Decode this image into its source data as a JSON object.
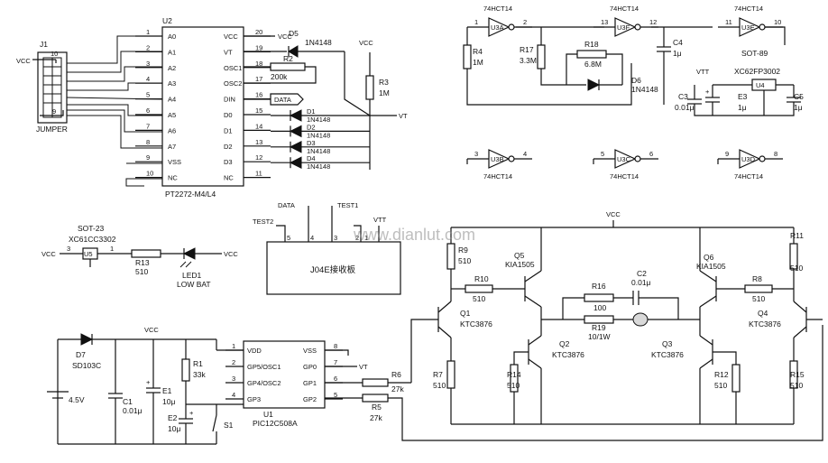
{
  "watermark": "www.dianlut.com",
  "u2": {
    "ref": "U2",
    "part": "PT2272-M4/L4",
    "left_pins": [
      {
        "name": "A0",
        "num": "1"
      },
      {
        "name": "A1",
        "num": "2"
      },
      {
        "name": "A2",
        "num": "3"
      },
      {
        "name": "A3",
        "num": "4"
      },
      {
        "name": "A4",
        "num": "5"
      },
      {
        "name": "A5",
        "num": "6"
      },
      {
        "name": "A6",
        "num": "7"
      },
      {
        "name": "A7",
        "num": "8"
      },
      {
        "name": "VSS",
        "num": "9"
      },
      {
        "name": "NC",
        "num": "10"
      }
    ],
    "right_pins": [
      {
        "name": "VCC",
        "num": "20"
      },
      {
        "name": "VT",
        "num": "19"
      },
      {
        "name": "OSC1",
        "num": "18"
      },
      {
        "name": "OSC2",
        "num": "17"
      },
      {
        "name": "DIN",
        "num": "16"
      },
      {
        "name": "D0",
        "num": "15"
      },
      {
        "name": "D1",
        "num": "14"
      },
      {
        "name": "D2",
        "num": "13"
      },
      {
        "name": "D3",
        "num": "12"
      },
      {
        "name": "NC",
        "num": "11"
      }
    ]
  },
  "jumper": {
    "ref": "J1",
    "label": "JUMPER",
    "pin_top": "10",
    "pin_bottom": "9"
  },
  "nets": {
    "vcc": "VCC",
    "vt": "VT",
    "vtt": "VTT",
    "data": "DATA",
    "test1": "TEST1",
    "test2": "TEST2"
  },
  "d5": {
    "ref": "D5",
    "part": "1N4148"
  },
  "r2": {
    "ref": "R2",
    "value": "200k"
  },
  "r3": {
    "ref": "R3",
    "value": "1M"
  },
  "data_diodes": [
    {
      "ref": "D1",
      "part": "1N4148"
    },
    {
      "ref": "D2",
      "part": "1N4148"
    },
    {
      "ref": "D3",
      "part": "1N4148"
    },
    {
      "ref": "D4",
      "part": "1N4148"
    }
  ],
  "gates": [
    {
      "ref": "U3A",
      "in": "1",
      "out": "2",
      "part": "74HCT14"
    },
    {
      "ref": "U3F",
      "in": "13",
      "out": "12",
      "part": "74HCT14"
    },
    {
      "ref": "U3E",
      "in": "11",
      "out": "10",
      "part": "74HCT14"
    },
    {
      "ref": "U3B",
      "in": "3",
      "out": "4",
      "part": "74HCT14"
    },
    {
      "ref": "U3C",
      "in": "5",
      "out": "6",
      "part": "74HCT14"
    },
    {
      "ref": "U3D",
      "in": "9",
      "out": "8",
      "part": "74HCT14"
    }
  ],
  "r4": {
    "ref": "R4",
    "value": "1M"
  },
  "r17": {
    "ref": "R17",
    "value": "3.3M"
  },
  "r18": {
    "ref": "R18",
    "value": "6.8M"
  },
  "d6": {
    "ref": "D6",
    "part": "1N4148"
  },
  "c4": {
    "ref": "C4",
    "value": "1μ"
  },
  "u4": {
    "ref": "U4",
    "pkg": "SOT-89",
    "part": "XC62FP3002"
  },
  "c3": {
    "ref": "C3",
    "value": "0.01μ"
  },
  "e3": {
    "ref": "E3",
    "value": "1μ"
  },
  "c5": {
    "ref": "C5",
    "value": "1μ"
  },
  "u5": {
    "ref": "U5",
    "pkg": "SOT-23",
    "part": "XC61CC3302",
    "pin_in": "3",
    "pin_out": "1"
  },
  "r13": {
    "ref": "R13",
    "value": "510"
  },
  "led1": {
    "ref": "LED1",
    "label": "LOW BAT"
  },
  "receiver": {
    "label": "J04E接收板",
    "pins": [
      "5",
      "4",
      "3",
      "2",
      "1"
    ]
  },
  "power": {
    "d7": "D7",
    "d7_part": "SD103C",
    "battery": "4.5V",
    "c1": "C1",
    "c1_value": "0.01μ",
    "e1": "E1",
    "e1_value": "10μ",
    "e2": "E2",
    "e2_value": "10μ",
    "r1": "R1",
    "r1_value": "33k",
    "s1": "S1",
    "plus": "+"
  },
  "u1": {
    "ref": "U1",
    "part": "PIC12C508A",
    "left_pins": [
      {
        "name": "VDD",
        "num": "1"
      },
      {
        "name": "GP5/OSC1",
        "num": "2"
      },
      {
        "name": "GP4/OSC2",
        "num": "3"
      },
      {
        "name": "GP3",
        "num": "4"
      }
    ],
    "right_pins": [
      {
        "name": "VSS",
        "num": "8"
      },
      {
        "name": "GP0",
        "num": "7"
      },
      {
        "name": "GP1",
        "num": "6"
      },
      {
        "name": "GP2",
        "num": "5"
      }
    ]
  },
  "r6": {
    "ref": "R6",
    "value": "27k"
  },
  "r5": {
    "ref": "R5",
    "value": "27k"
  },
  "bridge": {
    "r9": {
      "ref": "R9",
      "value": "510"
    },
    "r10": {
      "ref": "R10",
      "value": "510"
    },
    "q5": {
      "ref": "Q5",
      "part": "KIA1505"
    },
    "q6": {
      "ref": "Q6",
      "part": "KIA1505"
    },
    "r11": {
      "ref": "R11",
      "value": "510"
    },
    "r8": {
      "ref": "R8",
      "value": "510"
    },
    "q1": {
      "ref": "Q1",
      "part": "KTC3876"
    },
    "q4": {
      "ref": "Q4",
      "part": "KTC3876"
    },
    "q2": {
      "ref": "Q2",
      "part": "KTC3876"
    },
    "q3": {
      "ref": "Q3",
      "part": "KTC3876"
    },
    "r16": {
      "ref": "R16",
      "value": "100"
    },
    "c2": {
      "ref": "C2",
      "value": "0.01μ"
    },
    "r19": {
      "ref": "R19",
      "value": "10/1W"
    },
    "r7": {
      "ref": "R7",
      "value": "510"
    },
    "r14": {
      "ref": "R14",
      "value": "510"
    },
    "r12": {
      "ref": "R12",
      "value": "510"
    },
    "r15": {
      "ref": "R15",
      "value": "510"
    }
  }
}
